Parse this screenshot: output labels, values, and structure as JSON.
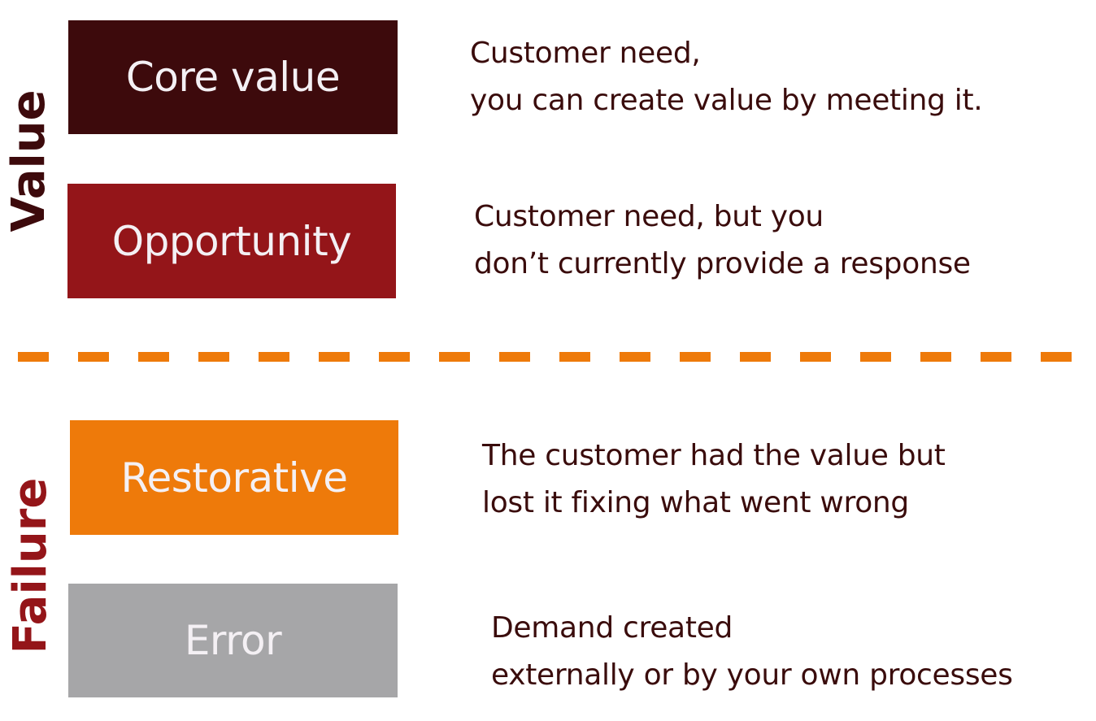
{
  "groups": {
    "value": {
      "label": "Value",
      "color": "#3d0a0c"
    },
    "failure": {
      "label": "Failure",
      "color": "#941519"
    }
  },
  "divider": {
    "color": "#ee7a0a"
  },
  "rows": [
    {
      "label": "Core value",
      "color": "#3d0a0c",
      "description": [
        "Customer need,",
        "you can create value by meeting it."
      ]
    },
    {
      "label": "Opportunity",
      "color": "#941519",
      "description": [
        "Customer need, but you",
        "don’t currently provide a response"
      ]
    },
    {
      "label": "Restorative",
      "color": "#ee7a0a",
      "description": [
        "The customer had the value but",
        "lost it fixing what went wrong"
      ]
    },
    {
      "label": "Error",
      "color": "#a6a6a8",
      "description": [
        "Demand created",
        "externally or by your own processes"
      ]
    }
  ]
}
